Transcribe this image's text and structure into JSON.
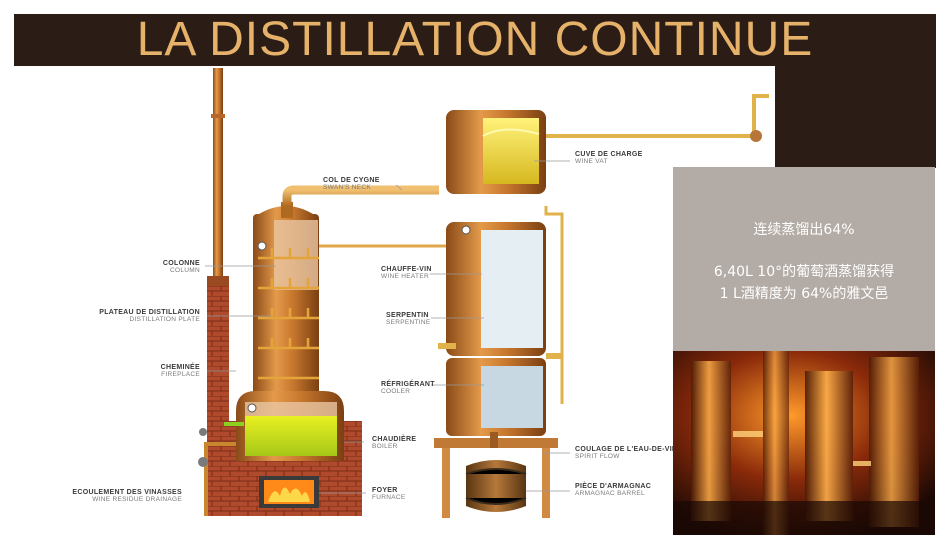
{
  "title": "LA DISTILLATION CONTINUE",
  "labels": {
    "col_de_cygne": {
      "fr": "COL DE CYGNE",
      "en": "SWAN'S NECK"
    },
    "colonne": {
      "fr": "COLONNE",
      "en": "COLUMN"
    },
    "plateau": {
      "fr": "PLATEAU DE DISTILLATION",
      "en": "DISTILLATION PLATE"
    },
    "cheminee": {
      "fr": "CHEMINÉE",
      "en": "FIREPLACE"
    },
    "ecoulement": {
      "fr": "ECOULEMENT DES VINASSES",
      "en": "WINE RESIDUE DRAINAGE"
    },
    "chaudiere": {
      "fr": "CHAUDIÈRE",
      "en": "BOILER"
    },
    "foyer": {
      "fr": "FOYER",
      "en": "FURNACE"
    },
    "cuve": {
      "fr": "CUVE DE CHARGE",
      "en": "WINE VAT"
    },
    "chauffe_vin": {
      "fr": "CHAUFFE-VIN",
      "en": "WINE HEATER"
    },
    "serpentin": {
      "fr": "SERPENTIN",
      "en": "SERPENTINE"
    },
    "refrigerant": {
      "fr": "RÉFRIGÉRANT",
      "en": "COOLER"
    },
    "coulage": {
      "fr": "COULAGE DE L'EAU-DE-VIE",
      "en": "SPIRIT FLOW"
    },
    "piece": {
      "fr": "PIÈCE D'ARMAGNAC",
      "en": "ARMAGNAC BARREL"
    }
  },
  "info": {
    "title": "连续蒸馏出64%",
    "line1": "6,40L 10°的葡萄酒蒸馏获得",
    "line2": "1 L酒精度为 64%的雅文邑"
  },
  "colors": {
    "header_bg": "#2b1d16",
    "title": "#e6b26a",
    "copper": "#c8782e",
    "brick": "#a8462a",
    "info_bg": "#b3aba5"
  }
}
